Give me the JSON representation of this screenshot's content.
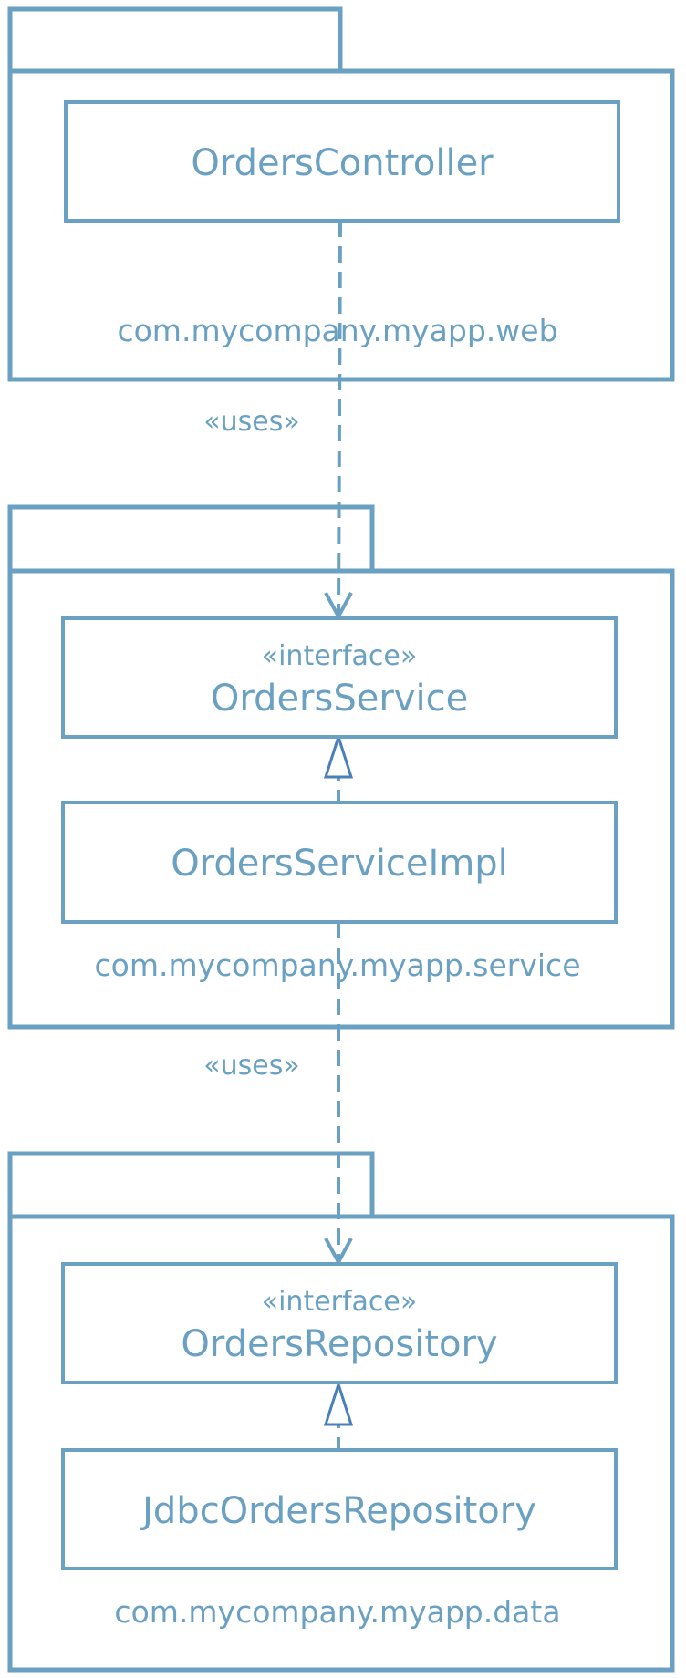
{
  "packages": {
    "web": {
      "label": "com.mycompany.myapp.web",
      "controller": "OrdersController"
    },
    "service": {
      "label": "com.mycompany.myapp.service",
      "interface_stereotype": "«interface»",
      "interface_name": "OrdersService",
      "impl_name": "OrdersServiceImpl"
    },
    "data": {
      "label": "com.mycompany.myapp.data",
      "interface_stereotype": "«interface»",
      "interface_name": "OrdersRepository",
      "impl_name": "JdbcOrdersRepository"
    }
  },
  "relations": {
    "web_to_service": "«uses»",
    "service_to_data": "«uses»"
  },
  "colors": {
    "stroke": "#6aa0c2",
    "realization_head": "#4a7fb8"
  }
}
